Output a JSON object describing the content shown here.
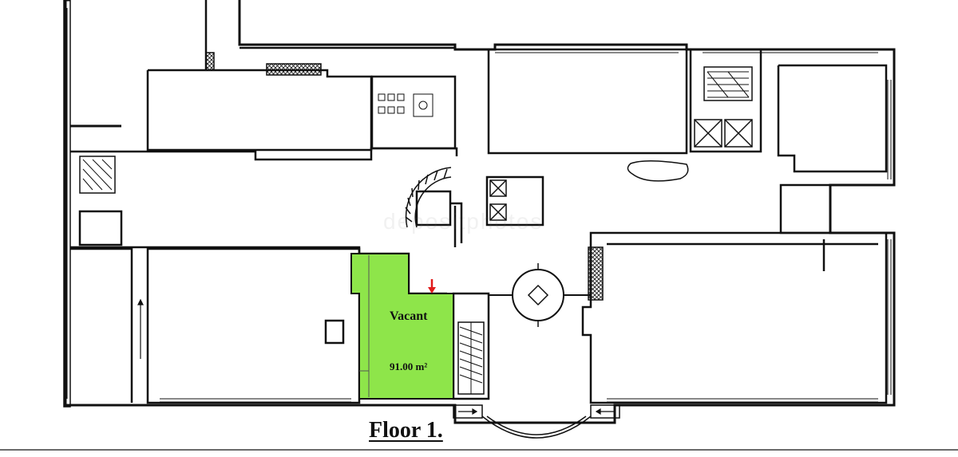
{
  "floor_title": "Floor 1.",
  "unit": {
    "status": "Vacant",
    "area": "91.00 m²"
  },
  "watermark": "depositphotos",
  "colors": {
    "vacant_fill": "#8ee54a",
    "wall": "#111111",
    "marker": "#e01b1b",
    "background": "#ffffff"
  },
  "icons": [
    "down-arrow-marker-icon",
    "staircase-icon",
    "elevator-icon",
    "rotunda-icon",
    "entrance-arrow-icon"
  ]
}
